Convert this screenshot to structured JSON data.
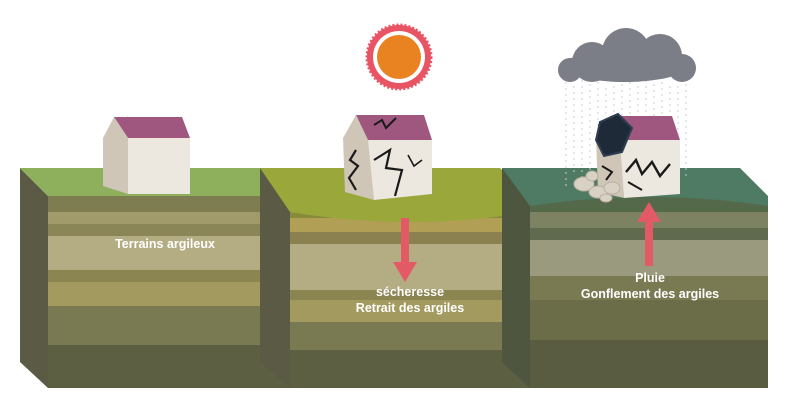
{
  "panels": [
    {
      "label_lines": [
        "Terrains argileux"
      ],
      "state": "normal"
    },
    {
      "label_lines": [
        "sécheresse",
        "Retrait des argiles"
      ],
      "state": "drought",
      "arrow": "down",
      "weather_icon": "sun-icon"
    },
    {
      "label_lines": [
        "Pluie",
        "Gonflement des argiles"
      ],
      "state": "rain",
      "arrow": "up",
      "weather_icon": "rain-cloud-icon"
    }
  ],
  "colors": {
    "arrow": "#e35a67",
    "sun_disc": "#e98322",
    "sun_ring": "#e85463",
    "grass_normal": "#8eb05c",
    "grass_dry": "#9aa73b",
    "grass_wet": "#4f7a63",
    "roof": "#a0577f",
    "house_wall": "#e8e2d8",
    "cloud": "#7b7e86"
  }
}
